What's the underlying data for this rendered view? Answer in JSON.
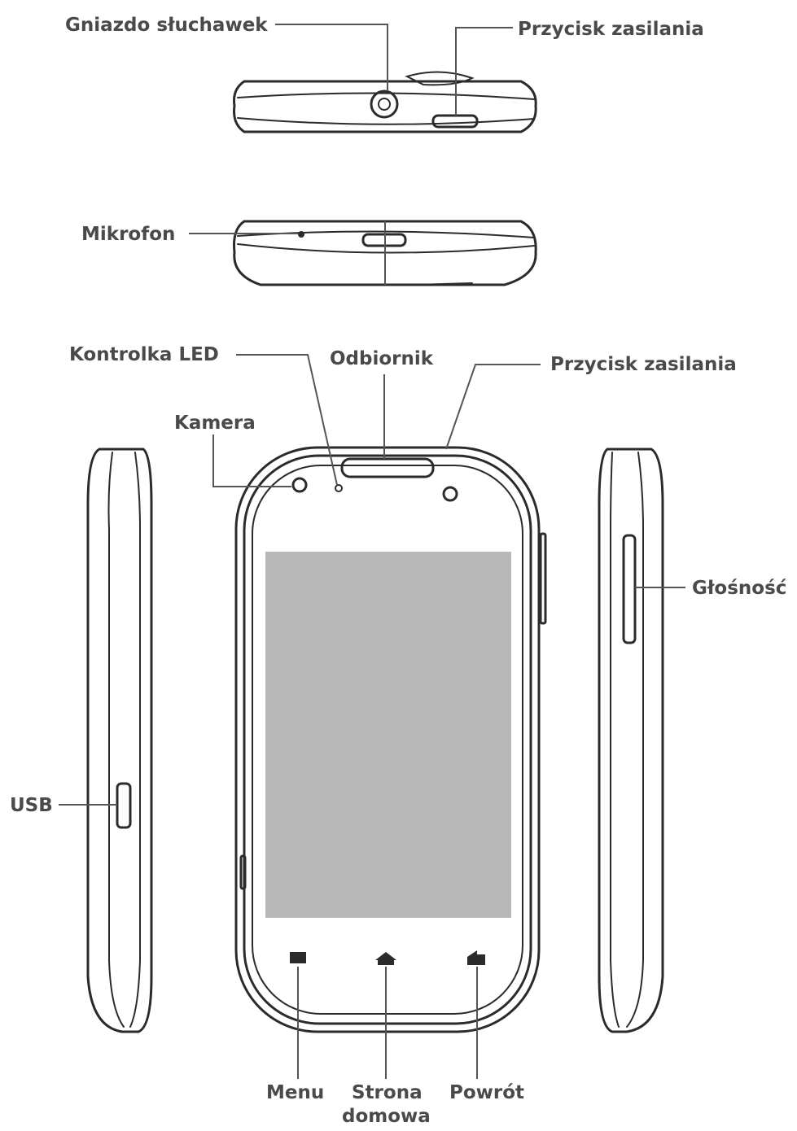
{
  "labels": {
    "headphone_jack": "Gniazdo słuchawek",
    "power_button_top": "Przycisk zasilania",
    "microphone": "Mikrofon",
    "led_indicator": "Kontrolka LED",
    "earpiece": "Odbiornik",
    "power_button_front": "Przycisk zasilania",
    "camera": "Kamera",
    "volume": "Głośność",
    "usb": "USB",
    "menu": "Menu",
    "home_line1": "Strona",
    "home_line2": "domowa",
    "back": "Powrót"
  },
  "colors": {
    "screen": "#b8b8b8",
    "outline": "#2b2b2b",
    "label_text": "#4a4a4a",
    "background": "#ffffff"
  },
  "icons": {
    "menu": "menu-icon",
    "home": "home-icon",
    "back": "back-icon"
  }
}
